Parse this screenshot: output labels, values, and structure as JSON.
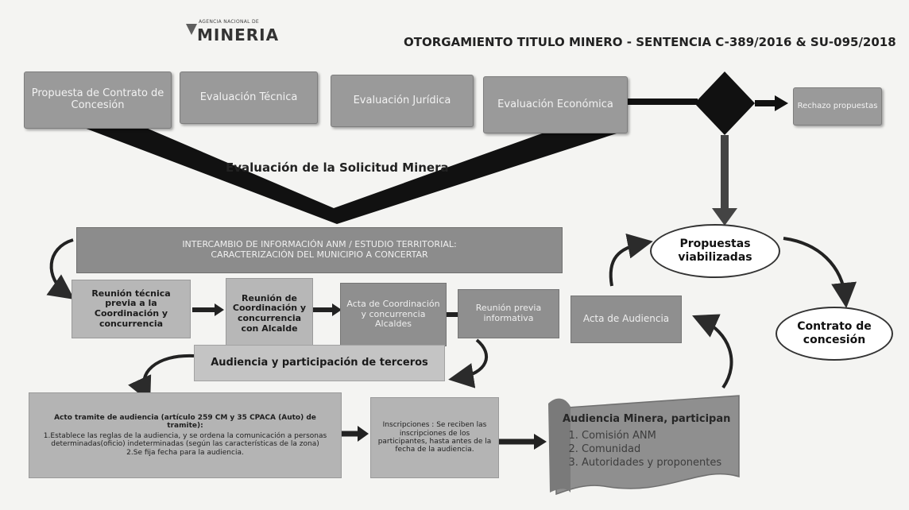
{
  "header": {
    "logo_top": "AGENCIA NACIONAL DE",
    "logo_main": "MINERIA",
    "title_part1": "OTORGAMIENTO TITULO MINERO",
    "title_part2": " - SENTENCIA C-389/2016 & SU-095/2018"
  },
  "top_row": {
    "step1": "Propuesta de Contrato de Concesión",
    "step2": "Evaluación Técnica",
    "step3": "Evaluación Jurídica",
    "step4": "Evaluación Económica",
    "reject": "Rechazo propuestas"
  },
  "funnel_label": "Evaluación de la Solicitud Minera",
  "exchange_banner": {
    "line1": "INTERCAMBIO DE INFORMACIÓN ANM / ESTUDIO TERRITORIAL:",
    "line2": "CARACTERIZACIÓN DEL MUNICIPIO A CONCERTAR"
  },
  "middle_row": {
    "tech_meeting": "Reunión técnica previa a la Coordinación y concurrencia",
    "coord_meeting": "Reunión de Coordinación y concurrencia con Alcalde",
    "coord_act": "Acta de Coordinación y concurrencia Alcaldes",
    "info_meeting": "Reunión previa informativa",
    "hearing_act": "Acta de Audiencia"
  },
  "hearing_banner": "Audiencia y participación de terceros",
  "bottom_row": {
    "procedure_title": "Acto tramite de audiencia (artículo 259 CM y 35 CPACA (Auto) de tramite):",
    "procedure_item1": "1.Establece las reglas de la audiencia, y se ordena la comunicación a personas determinadas(oficio) indeterminadas (según las características de la zona)",
    "procedure_item2": "2.Se fija fecha para la audiencia.",
    "registrations": "Inscripciones : Se reciben las inscripciones de los participantes, hasta antes de la fecha de la audiencia.",
    "scroll_title": "Audiencia Minera, participan",
    "scroll_items": [
      "Comisión ANM",
      "Comunidad",
      "Autoridades y proponentes"
    ]
  },
  "outcomes": {
    "viable": "Propuestas viabilizadas",
    "contract": "Contrato de concesión"
  },
  "colors": {
    "box_grey": "#9a9a9a",
    "box_light": "#b7b7b7",
    "arrow_dark": "#2b2b2b",
    "funnel": "#111111",
    "decision_diamond": "#111111"
  }
}
